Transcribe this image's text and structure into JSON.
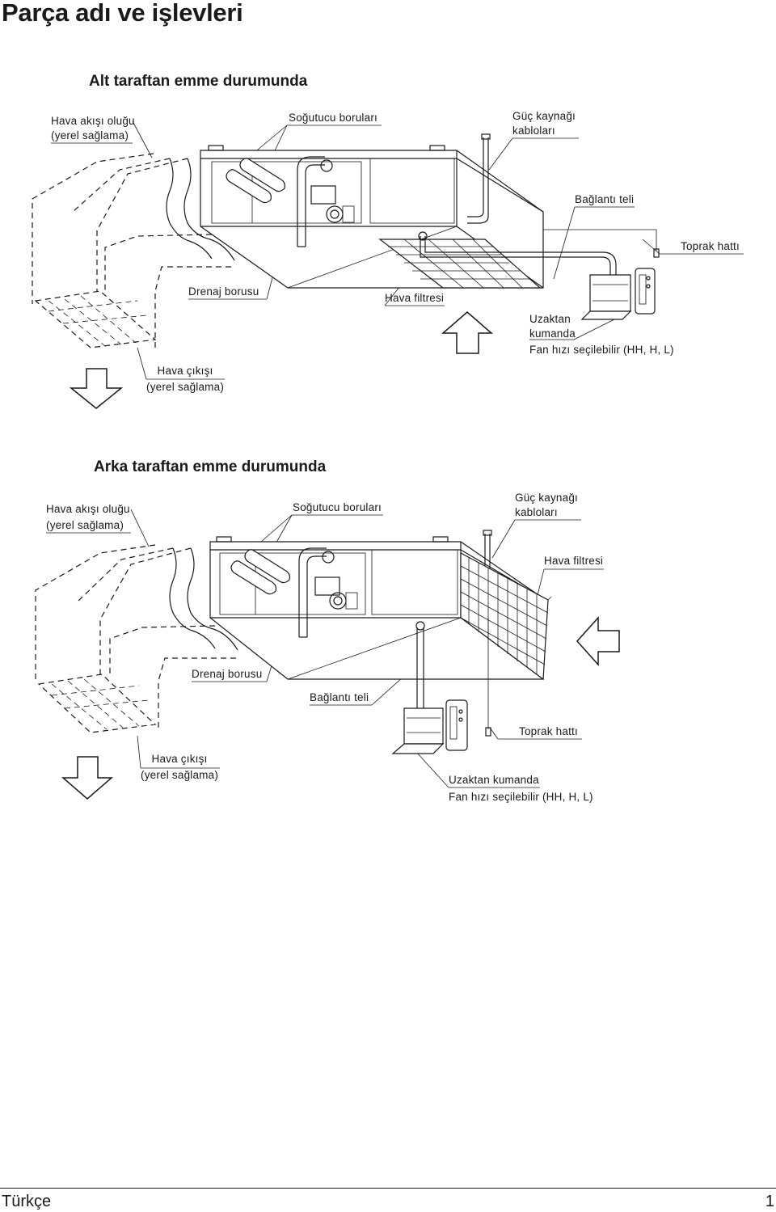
{
  "page": {
    "title": "Parça adı ve işlevleri",
    "footer_language": "Türkçe",
    "footer_page_number": "1"
  },
  "bottom_suction": {
    "title": "Alt taraftan emme durumunda",
    "labels": {
      "air_outlet_duct_line1": "Hava akışı oluğu",
      "air_outlet_duct_line2": "(yerel sağlama)",
      "refrigerant_pipes": "Soğutucu boruları",
      "power_cables_line1": "Güç kaynağı",
      "power_cables_line2": "kabloları",
      "connection_wire": "Bağlantı teli",
      "ground_line": "Toprak hattı",
      "drain_pipe": "Drenaj borusu",
      "air_filter": "Hava filtresi",
      "remote_line1": "Uzaktan",
      "remote_line2": "kumanda",
      "fan_speed": "Fan hızı seçilebilir (HH, H, L)",
      "air_outlet_line1": "Hava çıkışı",
      "air_outlet_line2": "(yerel sağlama)"
    }
  },
  "rear_suction": {
    "title": "Arka taraftan emme durumunda",
    "labels": {
      "air_outlet_duct_line1": "Hava akışı oluğu",
      "air_outlet_duct_line2": "(yerel sağlama)",
      "refrigerant_pipes": "Soğutucu boruları",
      "power_cables_line1": "Güç kaynağı",
      "power_cables_line2": "kabloları",
      "air_filter": "Hava filtresi",
      "drain_pipe": "Drenaj borusu",
      "connection_wire": "Bağlantı teli",
      "ground_line": "Toprak hattı",
      "air_outlet_line1": "Hava çıkışı",
      "air_outlet_line2": "(yerel sağlama)",
      "remote": "Uzaktan kumanda",
      "fan_speed": "Fan hızı seçilebilir (HH, H, L)"
    }
  }
}
